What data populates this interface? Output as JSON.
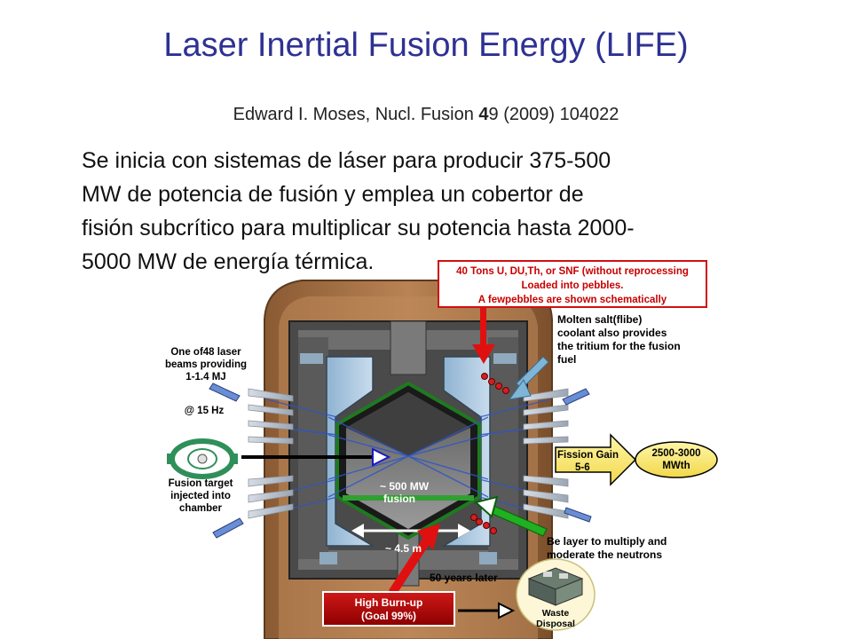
{
  "slide": {
    "title": "Laser Inertial Fusion Energy (LIFE)",
    "citation_author": "Edward I. Moses, Nucl. Fusion ",
    "citation_volume": "4",
    "citation_rest": "9 (2009) 104022",
    "paragraph": [
      "Se inicia con sistemas de láser para producir 375-500",
      "MW de potencia de fusión y emplea  un cobertor de",
      "fisión subcrítico para multiplicar su potencia hasta 2000-",
      "5000 MW de energía térmica."
    ]
  },
  "diagram": {
    "pebble_box": [
      "40 Tons U, DU,Th, or SNF (without reprocessing",
      "Loaded into pebbles.",
      "A fewpebbles are shown schematically"
    ],
    "molten_salt": [
      "Molten salt(flibe)",
      "coolant also provides",
      "the tritium for the fusion",
      "fuel"
    ],
    "laser_beams": [
      "One of48 laser",
      "beams providing",
      "1-1.4 MJ"
    ],
    "rep_rate": "@ 15 Hz",
    "fusion_target": [
      "Fusion target",
      "injected into",
      "chamber"
    ],
    "fusion_power": [
      "~ 500 MW",
      "fusion"
    ],
    "diameter": "~ 4.5 m",
    "fission_gain": [
      "Fission Gain",
      "5-6"
    ],
    "thermal_power": [
      "2500-3000",
      "MWth"
    ],
    "be_layer": [
      "Be layer to multiply and",
      "moderate the neutrons"
    ],
    "years_later": "50 years later",
    "burnup": [
      "High Burn-up",
      "(Goal 99%)"
    ],
    "waste": [
      "Waste",
      "Disposal"
    ]
  }
}
